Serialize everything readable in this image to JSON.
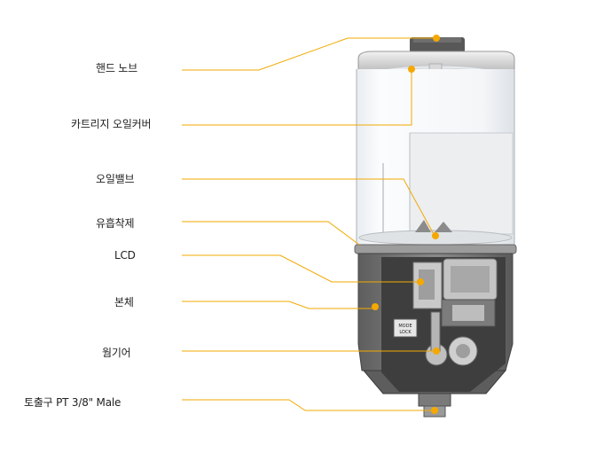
{
  "labels": {
    "hand_knob": "핸드 노브",
    "cartridge_oil_cover": "카트리지 오일커버",
    "oil_valve": "오일밸브",
    "absorber": "유흡착제",
    "lcd": "LCD",
    "body": "본체",
    "worm_gear": "웜기어",
    "outlet": "토출구 PT 3/8\" Male"
  },
  "device": {
    "mode_lock": "MODE LOCK"
  },
  "colors": {
    "leader_line": "#f2a900",
    "marker": "#f5a800",
    "body_grey": "#707070"
  }
}
